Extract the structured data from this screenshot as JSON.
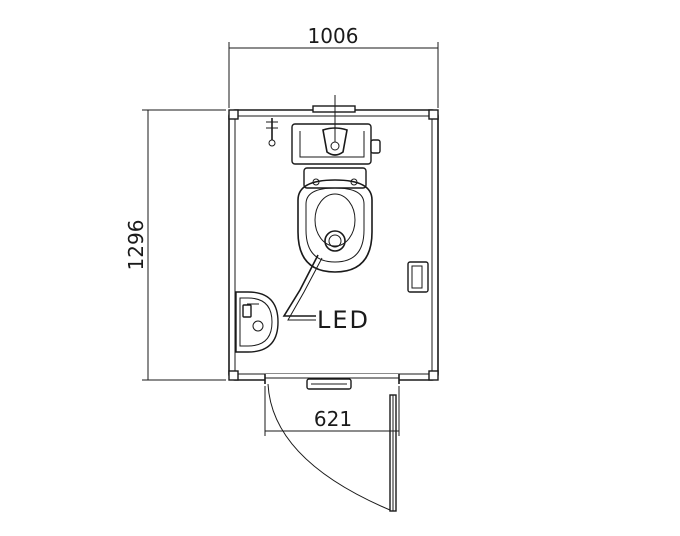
{
  "diagram": {
    "dimensions": {
      "width": "1006",
      "height": "1296",
      "door_width": "621"
    },
    "labels": {
      "led": "LED"
    },
    "colors": {
      "line": "#1a1a1a",
      "background": "#ffffff"
    },
    "icons": [
      "toilet-icon",
      "toilet-tank-icon",
      "wash-basin-icon",
      "door-swing-icon",
      "paper-holder-icon"
    ]
  }
}
